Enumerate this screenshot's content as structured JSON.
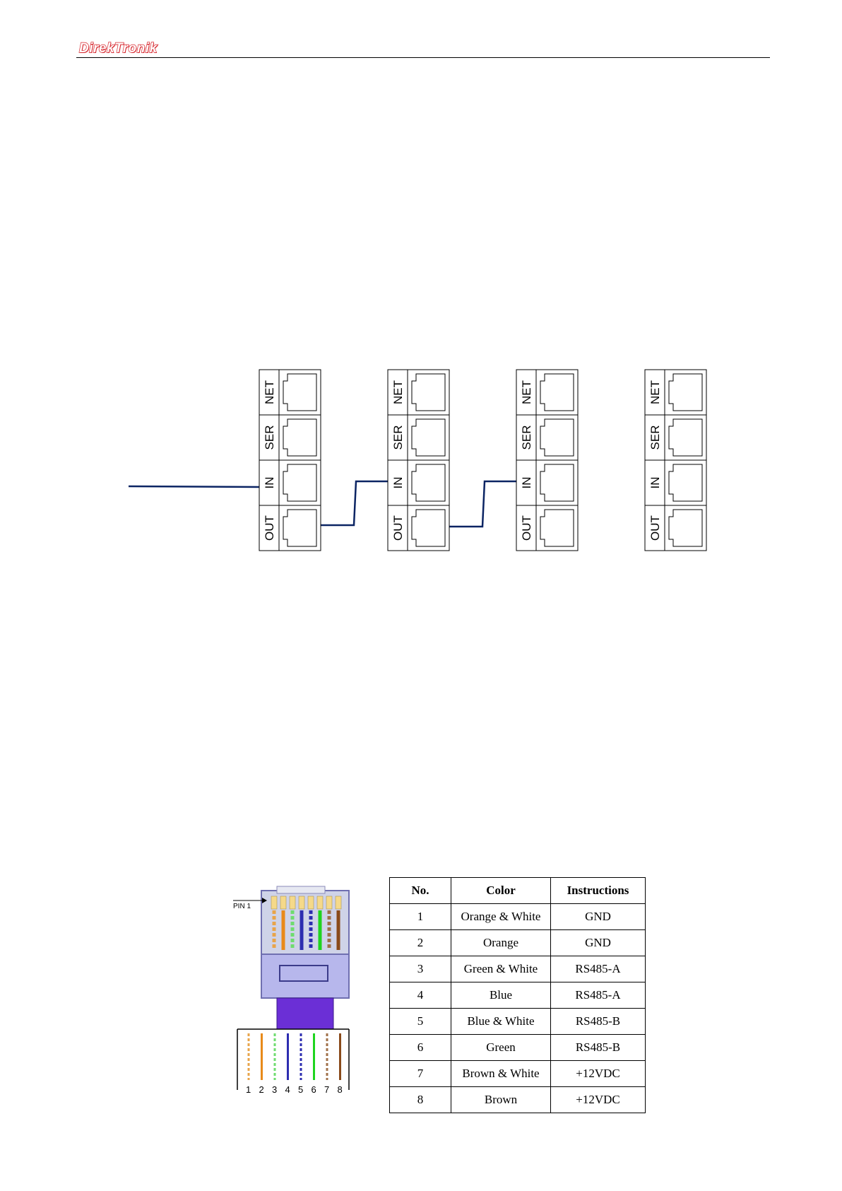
{
  "header": {
    "logo_text": "DirekTronik"
  },
  "diagram": {
    "ports": [
      "NET",
      "SER",
      "IN",
      "OUT"
    ],
    "device_count": 4,
    "line_color": "#0b2463"
  },
  "pinout_image": {
    "pin_label": "PIN 1",
    "pin_numbers": [
      "1",
      "2",
      "3",
      "4",
      "5",
      "6",
      "7",
      "8"
    ]
  },
  "pin_table": {
    "headers": [
      "No.",
      "Color",
      "Instructions"
    ],
    "rows": [
      [
        "1",
        "Orange & White",
        "GND"
      ],
      [
        "2",
        "Orange",
        "GND"
      ],
      [
        "3",
        "Green & White",
        "RS485-A"
      ],
      [
        "4",
        "Blue",
        "RS485-A"
      ],
      [
        "5",
        "Blue & White",
        "RS485-B"
      ],
      [
        "6",
        "Green",
        "RS485-B"
      ],
      [
        "7",
        "Brown & White",
        "+12VDC"
      ],
      [
        "8",
        "Brown",
        "+12VDC"
      ]
    ]
  }
}
